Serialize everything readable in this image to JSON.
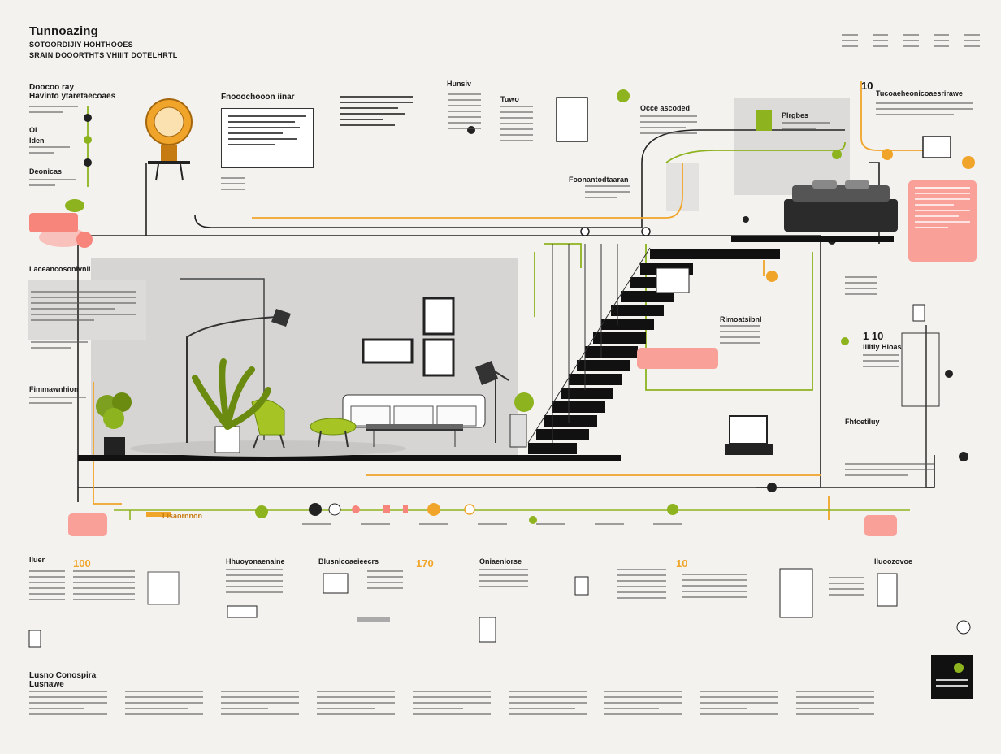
{
  "header": {
    "title": "Tunnoazing",
    "subtitle_1": "SOTOORDIJIY HOHTHOOES",
    "subtitle_2": "SRAIN DOOORTHTS VHIIIT DOTELHRTL"
  },
  "top_left": {
    "heading_1": "Doocoo ray",
    "heading_2": "Havinto ytaretaecoaes",
    "item_a": "Ol",
    "item_b": "Iden",
    "item_c": "Deonicas"
  },
  "top_labels": {
    "center_heading": "Fnooochooon iinar",
    "card_heading": "Tuwo",
    "right_heading": "Occe ascoded",
    "far_right_heading": "Tucoaeheonicoaesrirawe",
    "far_right_num": "10",
    "staircase_label": "Hunsiv",
    "mid_heading": "Foonantodtaaran",
    "pink_label": "Plrgbes"
  },
  "side_labels": {
    "left_mid": "Laceancosonivnil",
    "left_low": "Fimmawnhion",
    "right_num": "1 10",
    "right_sub": "lilitiy Hioas",
    "right_low": "Fhtcetiluy",
    "stair_note": "Rimoatsibnl"
  },
  "bottom_row": {
    "col1_heading": "Iluer",
    "col1_num": "100",
    "col2_heading": "Hhuoyonaenaine",
    "col3_heading": "Blusnicoaeieecrs",
    "col4_num": "170",
    "col4_heading": "Oniaeniorse",
    "col5_num": "10",
    "col6_heading": "Iluoozovoe"
  },
  "timeline_label": "Lisaornnon",
  "footer": {
    "heading_1": "Lusno Conospira",
    "heading_2": "Lusnawe"
  },
  "colors": {
    "accent_green": "#8db31f",
    "accent_orange": "#f0a52a",
    "accent_pink": "#f7857c",
    "ink": "#1a1a1a"
  }
}
